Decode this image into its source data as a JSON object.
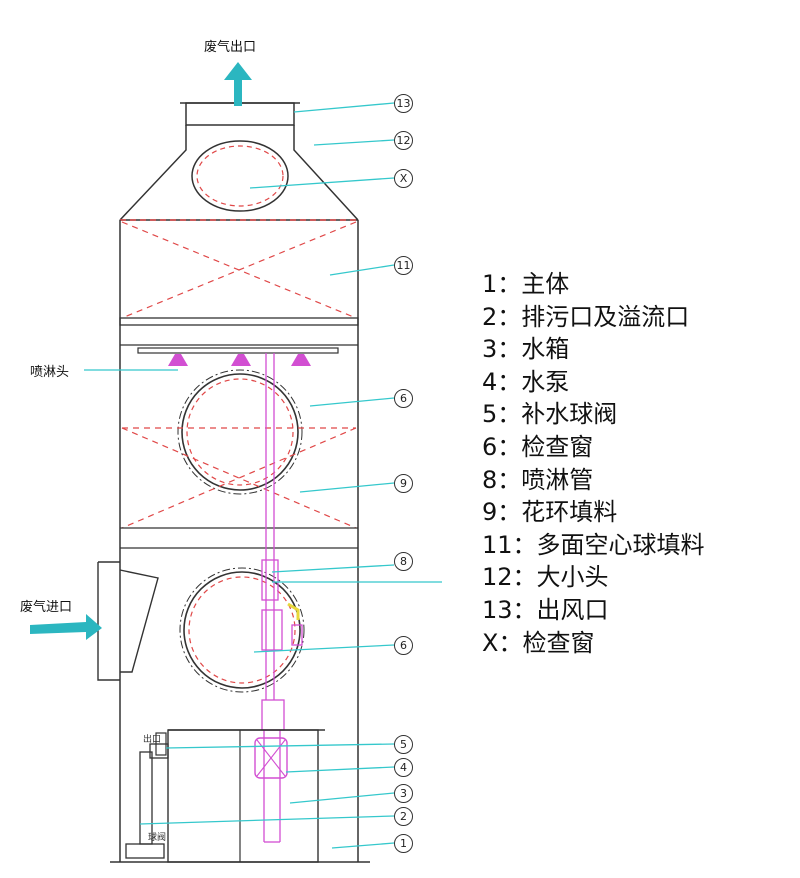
{
  "labels": {
    "outlet": "废气出口",
    "inlet": "废气进口",
    "spray_head": "喷淋头",
    "drain_small": "出口",
    "valve_small": "球阀"
  },
  "callouts": [
    "13",
    "12",
    "X",
    "11",
    "6",
    "9",
    "8",
    "6",
    "5",
    "4",
    "3",
    "2",
    "1"
  ],
  "legend": [
    {
      "key": "1",
      "text": "主体"
    },
    {
      "key": "2",
      "text": "排污口及溢流口"
    },
    {
      "key": "3",
      "text": "水箱"
    },
    {
      "key": "4",
      "text": "水泵"
    },
    {
      "key": "5",
      "text": "补水球阀"
    },
    {
      "key": "6",
      "text": "检查窗"
    },
    {
      "key": "8",
      "text": "喷淋管"
    },
    {
      "key": "9",
      "text": "花环填料"
    },
    {
      "key": "11",
      "text": "多面空心球填料"
    },
    {
      "key": "12",
      "text": "大小头"
    },
    {
      "key": "13",
      "text": "出风口"
    },
    {
      "key": "X",
      "text": "检查窗"
    }
  ],
  "colors": {
    "line": "#333333",
    "leader": "#35c8cc",
    "arrow": "#2bb6c0",
    "packing": "#e04848",
    "pipe": "#d24fd2"
  }
}
